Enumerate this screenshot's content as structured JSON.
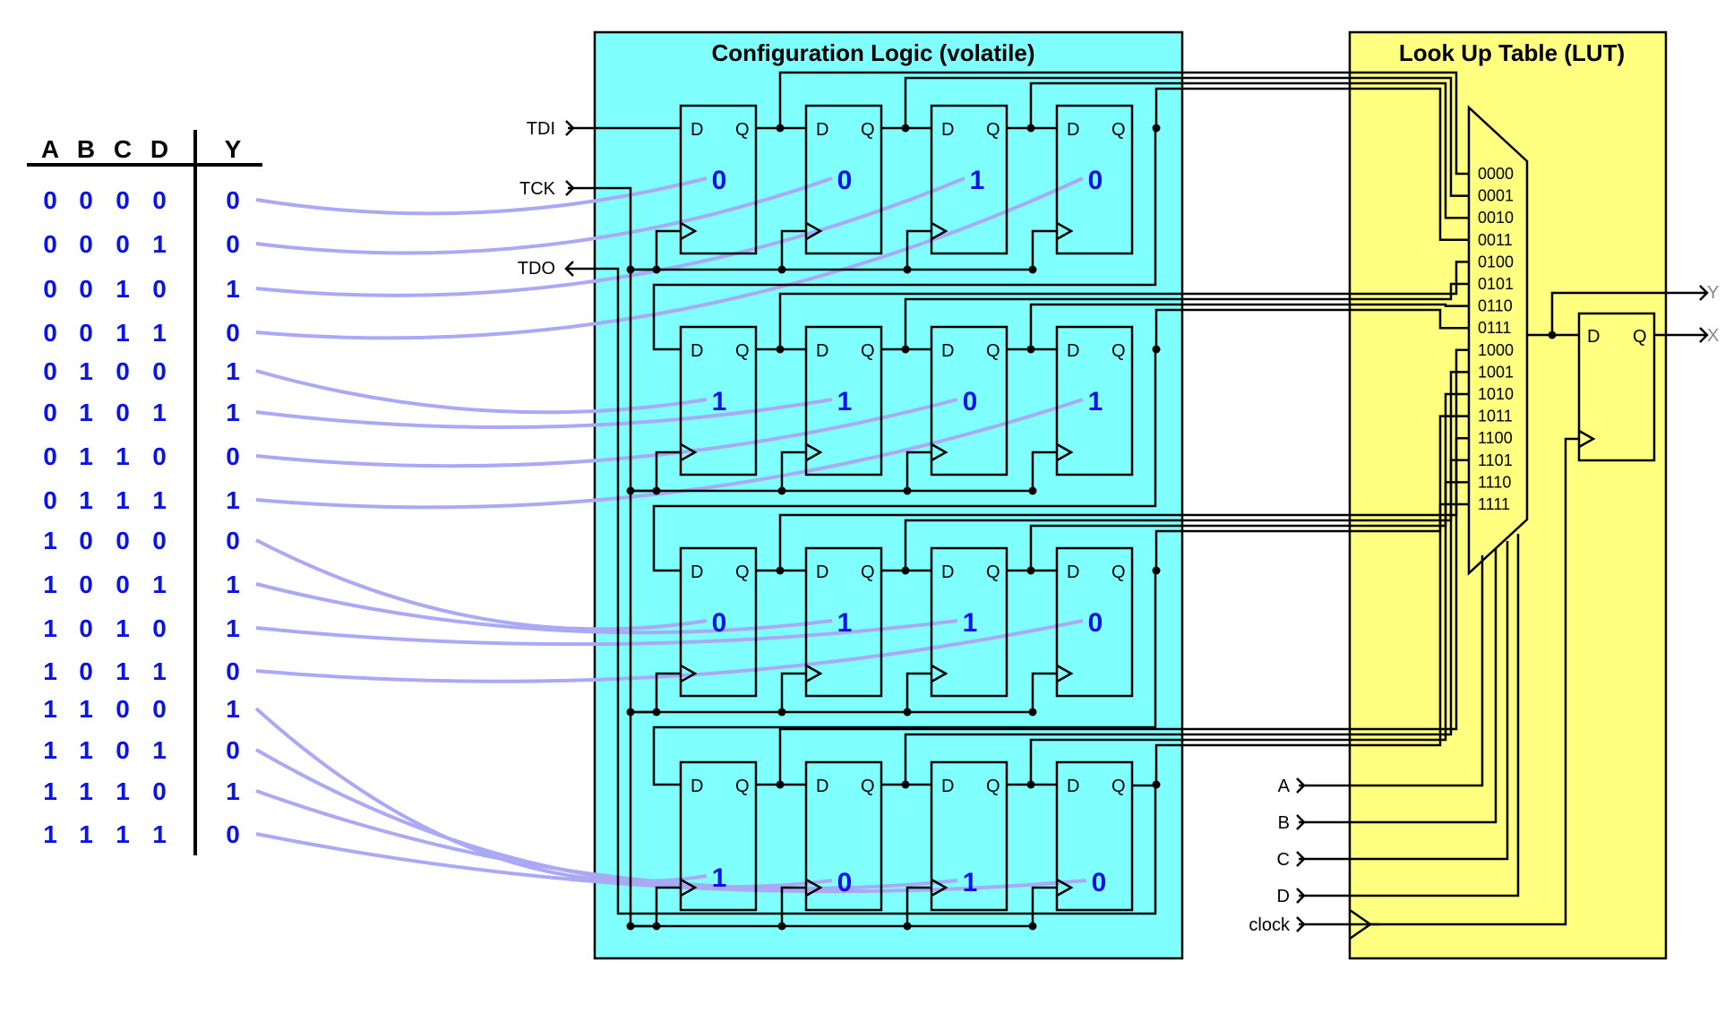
{
  "truth_table": {
    "headers": [
      "A",
      "B",
      "C",
      "D"
    ],
    "output_header": "Y",
    "rows": [
      {
        "inputs": [
          "0",
          "0",
          "0",
          "0"
        ],
        "y": "0"
      },
      {
        "inputs": [
          "0",
          "0",
          "0",
          "1"
        ],
        "y": "0"
      },
      {
        "inputs": [
          "0",
          "0",
          "1",
          "0"
        ],
        "y": "1"
      },
      {
        "inputs": [
          "0",
          "0",
          "1",
          "1"
        ],
        "y": "0"
      },
      {
        "inputs": [
          "0",
          "1",
          "0",
          "0"
        ],
        "y": "1"
      },
      {
        "inputs": [
          "0",
          "1",
          "0",
          "1"
        ],
        "y": "1"
      },
      {
        "inputs": [
          "0",
          "1",
          "1",
          "0"
        ],
        "y": "0"
      },
      {
        "inputs": [
          "0",
          "1",
          "1",
          "1"
        ],
        "y": "1"
      },
      {
        "inputs": [
          "1",
          "0",
          "0",
          "0"
        ],
        "y": "0"
      },
      {
        "inputs": [
          "1",
          "0",
          "0",
          "1"
        ],
        "y": "1"
      },
      {
        "inputs": [
          "1",
          "0",
          "1",
          "0"
        ],
        "y": "1"
      },
      {
        "inputs": [
          "1",
          "0",
          "1",
          "1"
        ],
        "y": "0"
      },
      {
        "inputs": [
          "1",
          "1",
          "0",
          "0"
        ],
        "y": "1"
      },
      {
        "inputs": [
          "1",
          "1",
          "0",
          "1"
        ],
        "y": "0"
      },
      {
        "inputs": [
          "1",
          "1",
          "1",
          "0"
        ],
        "y": "1"
      },
      {
        "inputs": [
          "1",
          "1",
          "1",
          "1"
        ],
        "y": "0"
      }
    ]
  },
  "config_panel": {
    "title": "Configuration Logic (volatile)",
    "color": "#80ffff",
    "signals": {
      "tdi": "TDI",
      "tck": "TCK",
      "tdo": "TDO"
    },
    "flipflop_labels": {
      "d": "D",
      "q": "Q"
    },
    "flipflop_values": [
      [
        "0",
        "0",
        "1",
        "0"
      ],
      [
        "1",
        "1",
        "0",
        "1"
      ],
      [
        "0",
        "1",
        "1",
        "0"
      ],
      [
        "1",
        "0",
        "1",
        "0"
      ]
    ]
  },
  "lut_panel": {
    "title": "Look Up Table (LUT)",
    "color": "#ffff80",
    "mux_inputs": [
      "0000",
      "0001",
      "0010",
      "0011",
      "0100",
      "0101",
      "0110",
      "0111",
      "1000",
      "1001",
      "1010",
      "1011",
      "1100",
      "1101",
      "1110",
      "1111"
    ],
    "inputs": [
      "A",
      "B",
      "C",
      "D",
      "clock"
    ],
    "outputs": [
      "Y",
      "X"
    ],
    "out_ff_labels": {
      "d": "D",
      "q": "Q"
    }
  },
  "colors": {
    "value_text": "#0a14e6",
    "link_lines": "#a9a9f5",
    "wires": "#000000"
  }
}
